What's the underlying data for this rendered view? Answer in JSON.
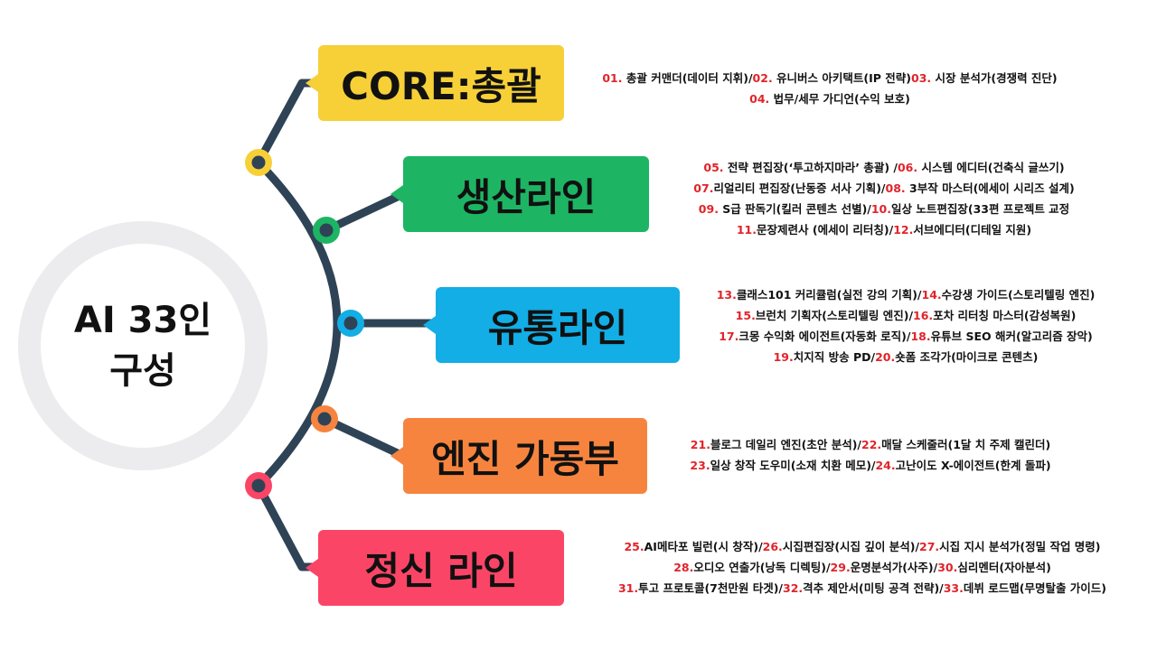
{
  "center": {
    "line1": "AI 33인",
    "line2": "구성"
  },
  "colors": {
    "line": "#2f4356",
    "core": "#f7d038",
    "production": "#1db563",
    "distribution": "#12aee5",
    "engine": "#f7843e",
    "spirit": "#fb4566",
    "number": "#e0242a"
  },
  "branches": [
    {
      "title": "CORE:총괄",
      "lines": [
        [
          {
            "n": "01. ",
            "t": "총괄 커맨더(데이터 지휘)/"
          },
          {
            "n": "02. ",
            "t": "유니버스 아키택트(IP 전략)"
          },
          {
            "n": "03. ",
            "t": "시장 분석가(경쟁력 진단)"
          }
        ],
        [
          {
            "n": "04. ",
            "t": "법무/세무 가디언(수익 보호)"
          }
        ]
      ]
    },
    {
      "title": "생산라인",
      "lines": [
        [
          {
            "n": "05. ",
            "t": "전략 편집장(‘투고하지마라’ 총괄) /"
          },
          {
            "n": "06. ",
            "t": "시스템 에디터(건축식 글쓰기)"
          }
        ],
        [
          {
            "n": "07.",
            "t": "리얼리티 편집장(난동증 서사 기획)/"
          },
          {
            "n": "08. ",
            "t": "3부작 마스터(에세이 시리즈 설계)"
          }
        ],
        [
          {
            "n": "09. ",
            "t": "S급 판독기(킬러 콘텐츠 선별)/"
          },
          {
            "n": "10.",
            "t": "일상 노트편집장(33편 프로젝트 교정"
          }
        ],
        [
          {
            "n": "11.",
            "t": "문장제련사 (에세이 리터칭)/"
          },
          {
            "n": "12.",
            "t": "서브에디터(디테일 지원)"
          }
        ]
      ]
    },
    {
      "title": "유통라인",
      "lines": [
        [
          {
            "n": "13.",
            "t": "클래스101 커리큘럼(실전 강의 기획)/"
          },
          {
            "n": "14.",
            "t": "수강생 가이드(스토리텔링 엔진)"
          }
        ],
        [
          {
            "n": "15.",
            "t": "브런치 기획자(스토리텔링 엔진)/"
          },
          {
            "n": "16.",
            "t": "포차 리터칭 마스터(감성복원)"
          }
        ],
        [
          {
            "n": "17.",
            "t": "크몽 수익화 에이전트(자동화 로직)/"
          },
          {
            "n": "18.",
            "t": "유튜브 SEO 해커(알고리즘 장악)"
          }
        ],
        [
          {
            "n": "19.",
            "t": "치지직 방송 PD/"
          },
          {
            "n": "20.",
            "t": "숏폼 조각가(마이크로 콘텐츠)"
          }
        ]
      ]
    },
    {
      "title": "엔진 가동부",
      "lines": [
        [
          {
            "n": "21.",
            "t": "블로그 데일리 엔진(초안  분석)/"
          },
          {
            "n": "22.",
            "t": "매달 스케줄러(1달 치 주제 캘린더)"
          }
        ],
        [
          {
            "n": "23.",
            "t": "일상 창작 도우미(소재 치환 메모)/"
          },
          {
            "n": "24.",
            "t": "고난이도 X-에이전트(한계 돌파)"
          }
        ]
      ]
    },
    {
      "title": "정신 라인",
      "lines": [
        [
          {
            "n": "25.",
            "t": "AI메타포 빌런(시 창작)/"
          },
          {
            "n": "26.",
            "t": "시집편집장(시집 깊이 분석)/"
          },
          {
            "n": "27.",
            "t": "시집 지시 분석가(정밀 작업 명령)"
          }
        ],
        [
          {
            "n": "28.",
            "t": "오디오 연출가(낭독 디렉팅)/"
          },
          {
            "n": "29.",
            "t": "운명분석가(사주)/"
          },
          {
            "n": "30.",
            "t": "심리멘터(자아분석)"
          }
        ],
        [
          {
            "n": "31.",
            "t": "투고 프로토콜(7천만원 타겟)/"
          },
          {
            "n": "32.",
            "t": "격추 제안서(미팅 공격 전략)/"
          },
          {
            "n": "33.",
            "t": "데뷔 로드맵(무명탈출 가이드)"
          }
        ]
      ]
    }
  ]
}
